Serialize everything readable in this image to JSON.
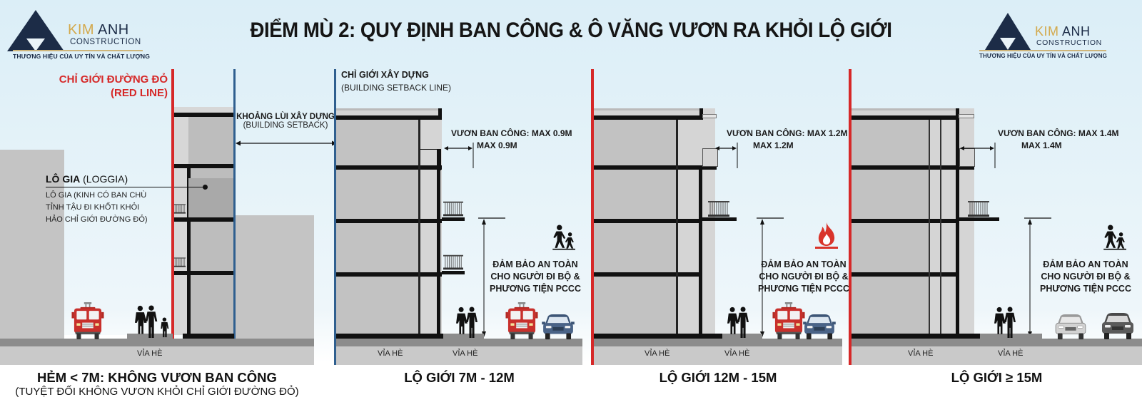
{
  "brand": {
    "name_part1": "KIM",
    "name_part2": "ANH",
    "subtitle": "CONSTRUCTION",
    "slogan": "THƯƠNG HIỆU CỦA UY TÍN VÀ CHẤT LƯỢNG",
    "colors": {
      "navy": "#1c2c47",
      "gold": "#d3a94c"
    }
  },
  "title": "ĐIỂM MÙ 2: QUY ĐỊNH BAN CÔNG & Ô VĂNG VƯƠN RA KHỎI LỘ GIỚI",
  "colors": {
    "red_line": "#d62828",
    "setback_line": "#2f5f8f",
    "building": "#c8c8c8",
    "slab": "#111111",
    "fire_truck": "#c8302c",
    "car": "#4a6080",
    "sidewalk": "#c9c9c9",
    "road": "#8c8c8c"
  },
  "legend": {
    "red_line_vi": "CHỈ GIỚI ĐƯỜNG ĐỎ",
    "red_line_en": "(RED LINE)",
    "setback_line_vi": "CHỈ GIỚI XÂY DỰNG",
    "setback_line_en": "(BUILDING SETBACK LINE)",
    "setback_vi": "KHOẢNG LÙI XÂY DỰNG",
    "setback_en": "(BUILDING SETBACK)",
    "loggia_title": "LÔ GIA",
    "loggia_en": "(LOGGIA)",
    "loggia_desc": [
      "LÔ GIA (KINH CÓ BAN CHÙ",
      "TỈNH TẬU ĐI KHỐTI KHỎI",
      "HẢO CHỈ GIỚI ĐƯỜNG ĐỎ)"
    ]
  },
  "panels": [
    {
      "caption": "HẺM < 7M: KHÔNG VƯƠN BAN CÔNG",
      "sub_caption": "(TUYỆT ĐỐI KHÔNG VƯƠN KHỎI CHỈ GIỚI ĐƯỜNG ĐỎ)",
      "sidewalk_labels": [
        "VỈA HÈ"
      ]
    },
    {
      "caption": "LỘ GIỚI 7M - 12M",
      "balcony_label": "VƯƠN BAN CÔNG: MAX 0.9M",
      "balcony_max": "MAX 0.9M",
      "safety_text": [
        "ĐẢM BẢO AN TOÀN",
        "CHO NGƯỜI ĐI BỘ &",
        "PHƯƠNG TIỆN PCCC"
      ],
      "safety_icon": "pedestrian-icon",
      "sidewalk_labels": [
        "VỈA HÈ",
        "VỈA HÈ"
      ]
    },
    {
      "caption": "LỘ GIỚI 12M - 15M",
      "balcony_label": "VƯƠN BAN CÔNG: MAX 1.2M",
      "balcony_max": "MAX 1.2M",
      "safety_text": [
        "ĐẢM BẢO AN TOÀN",
        "CHO NGƯỜI ĐI BỘ &",
        "PHƯƠNG TIỆN PCCC"
      ],
      "safety_icon": "fire-icon",
      "sidewalk_labels": [
        "VỈA HÈ",
        "VỈA HÈ"
      ]
    },
    {
      "caption": "LỘ GIỚI ≥ 15M",
      "balcony_label": "VƯƠN BAN CÔNG: MAX 1.4M",
      "balcony_max": "MAX 1.4M",
      "safety_text": [
        "ĐẢM BẢO AN TOÀN",
        "CHO NGƯỜI ĐI BỘ &",
        "PHƯƠNG TIỆN PCCC"
      ],
      "safety_icon": "pedestrian-icon",
      "sidewalk_labels": [
        "VỈA HÈ",
        "VỈA HÈ"
      ]
    }
  ]
}
